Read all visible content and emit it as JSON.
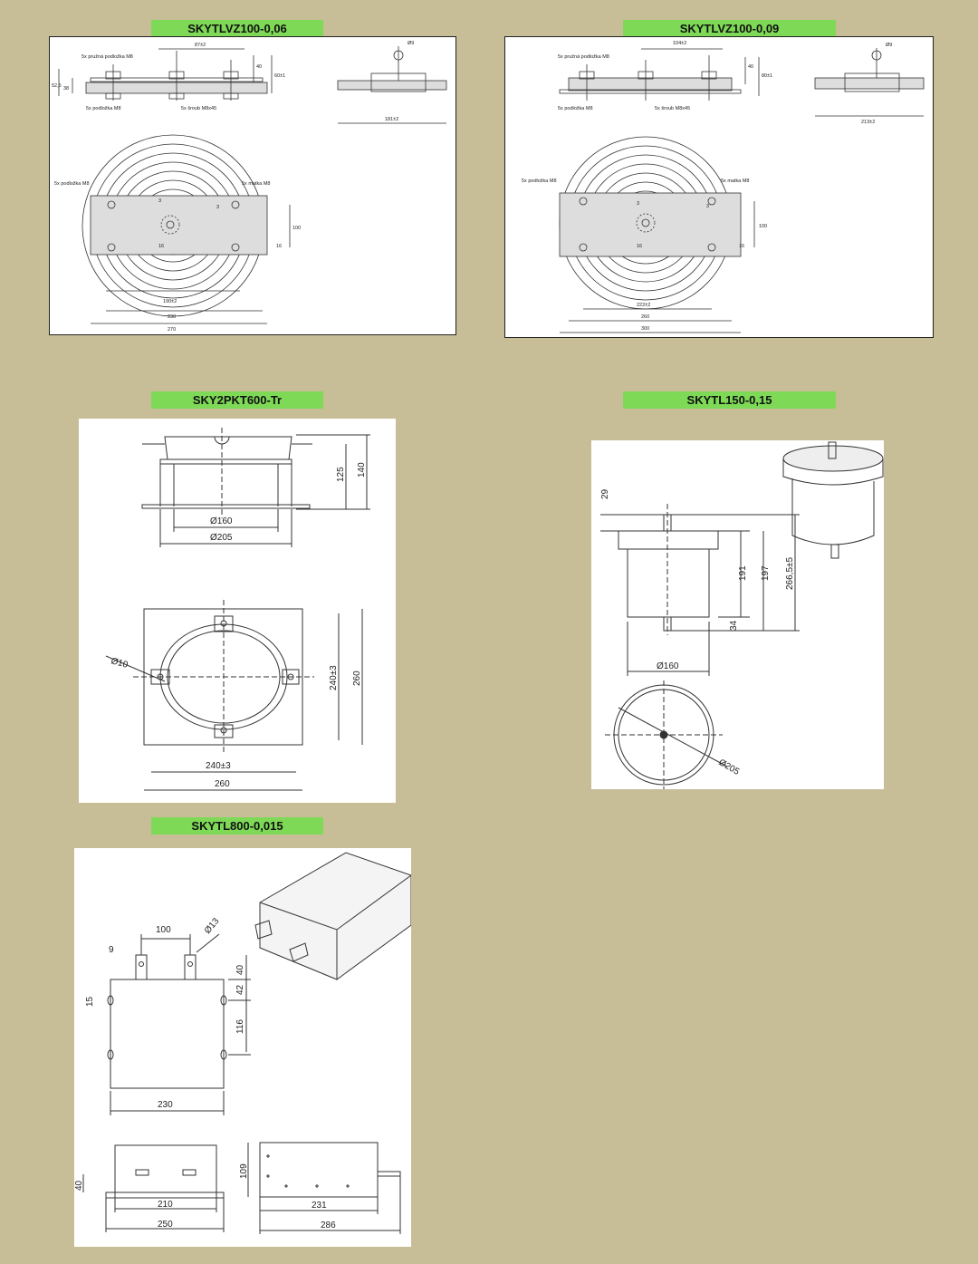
{
  "colors": {
    "background": "#c7be98",
    "title_bar": "#7ed957"
  },
  "drawings": [
    {
      "title": "SKYTLVZ100-0,06",
      "top_labels": {
        "width": "87±2",
        "h40": "40",
        "h": "60±1",
        "h52": "52,5",
        "h38": "38",
        "dia": "Ø9",
        "washer_spring": "5x pružná podložka M8",
        "washer": "5x podložka M8",
        "screw": "5x šroub M8x45",
        "side_width": "181±2"
      },
      "bottom_labels": {
        "washer": "5x podložka M8",
        "nut": "5x matka M8",
        "d3a": "3",
        "d3b": "3",
        "h100": "100",
        "h16a": "16",
        "h16b": "16",
        "w1": "190±2",
        "w2": "230",
        "w3": "270"
      }
    },
    {
      "title": "SKYTLVZ100-0,09",
      "top_labels": {
        "width": "104±2",
        "h40": "40",
        "h": "80±1",
        "dia": "Ø9",
        "washer_spring": "5x pružná podložka M8",
        "washer": "5x podložka M8",
        "screw": "5x šroub M8x45",
        "side_width": "213±2"
      },
      "bottom_labels": {
        "washer": "5x podložka M8",
        "nut": "5x matka M8",
        "d3a": "3",
        "d3b": "3",
        "h100": "100",
        "h16a": "16",
        "h16b": "16",
        "w1": "222±2",
        "w2": "260",
        "w3": "300"
      }
    },
    {
      "title": "SKY2PKT600-Tr",
      "labels": {
        "h125": "125",
        "h140": "140",
        "d160": "Ø160",
        "d205": "Ø205",
        "d10": "Ø10",
        "w240": "240±3",
        "w260": "260",
        "h240": "240±3",
        "h260": "260"
      }
    },
    {
      "title": "SKYTL150-0,15",
      "labels": {
        "h29": "29",
        "h191": "191",
        "h197": "197",
        "h266": "266,5±5",
        "h34": "34",
        "d160": "Ø160",
        "d205": "Ø205"
      }
    },
    {
      "title": "SKYTL800-0,015",
      "labels": {
        "w100": "100",
        "d13": "Ø13",
        "d9": "9",
        "h15": "15",
        "h40": "40",
        "h42": "42",
        "h116": "116",
        "w230": "230",
        "h109": "109",
        "h40b": "40",
        "w210": "210",
        "w250": "250",
        "w231": "231",
        "w286": "286"
      }
    }
  ]
}
